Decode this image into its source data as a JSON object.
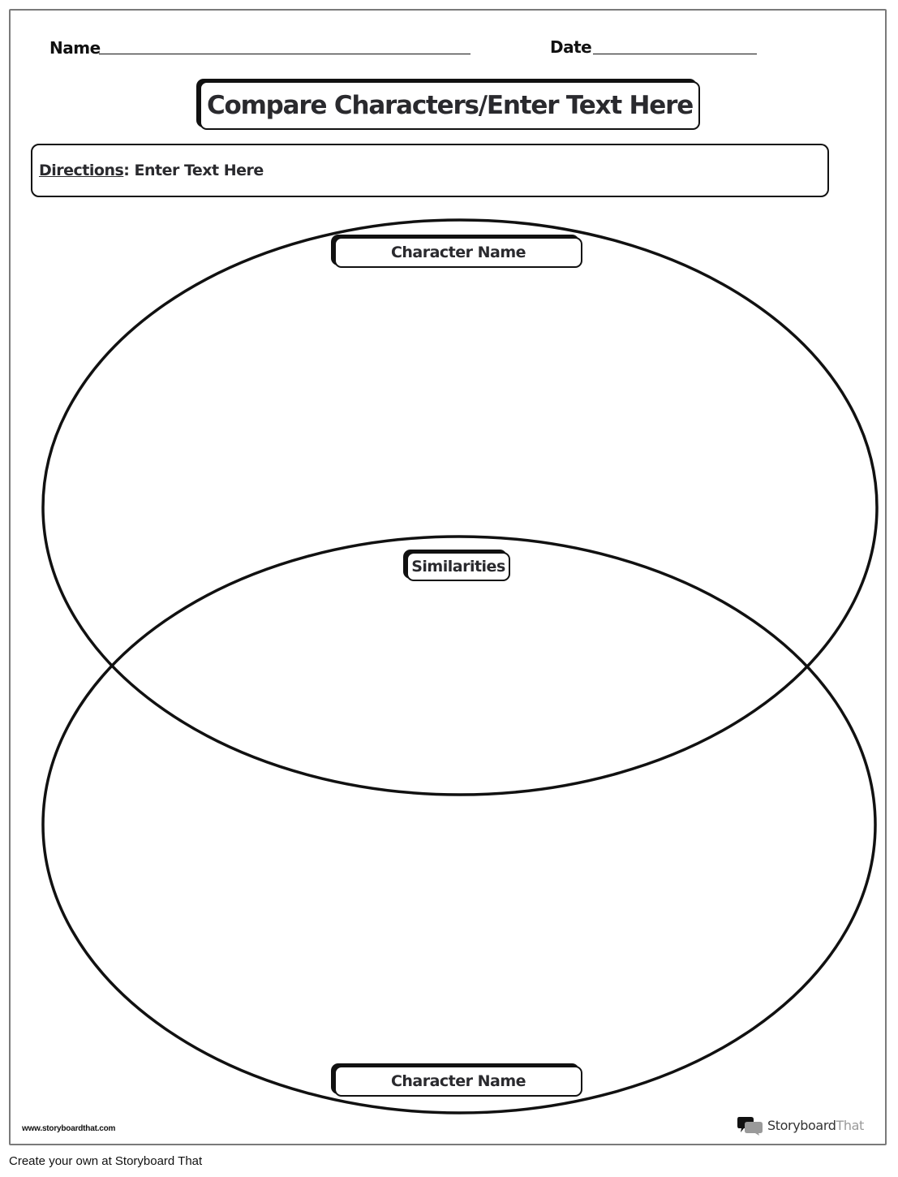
{
  "worksheet": {
    "name_label": "Name",
    "date_label": "Date",
    "title": "Compare Characters/Enter Text Here",
    "directions": {
      "label": "Directions",
      "separator": ":",
      "text": " Enter Text Here"
    },
    "venn": {
      "top_circle_label": "Character Name",
      "overlap_label": "Similarities",
      "bottom_circle_label": "Character Name"
    },
    "site_url": "www.storyboardthat.com",
    "brand": {
      "part1": "Storyboard",
      "part2": "That",
      "icon": "speech-bubbles-icon"
    }
  },
  "footer": {
    "text": "Create your own at Storyboard That"
  },
  "colors": {
    "ink": "#111111",
    "text": "#2a2a2e",
    "border": "#7a7a7a",
    "brand_gray": "#9a9a9a"
  }
}
